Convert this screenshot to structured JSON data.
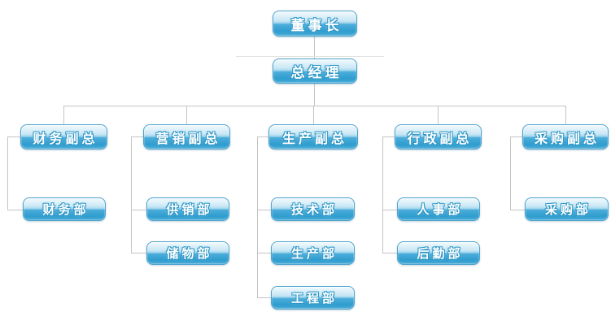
{
  "org": {
    "chairman": {
      "label": "董事长"
    },
    "general_manager": {
      "label": "总经理"
    },
    "branches": [
      {
        "vp_label": "财务副总",
        "departments": [
          "财务部"
        ]
      },
      {
        "vp_label": "营销副总",
        "departments": [
          "供销部",
          "储物部"
        ]
      },
      {
        "vp_label": "生产副总",
        "departments": [
          "技术部",
          "生产部",
          "工程部"
        ]
      },
      {
        "vp_label": "行政副总",
        "departments": [
          "人事部",
          "后勤部"
        ]
      },
      {
        "vp_label": "采购副总",
        "departments": [
          "采购部"
        ]
      }
    ]
  },
  "colors": {
    "background": "#ffffff",
    "node_gradient_top": "#c9e7f5",
    "node_gradient_bottom": "#2f9dcf",
    "node_border": "#4da3cd",
    "node_text": "#ffffff",
    "node_text_outline": "#2d96c6",
    "connector": "#c4c4c4",
    "connector_faint": "#e2e2e2"
  }
}
